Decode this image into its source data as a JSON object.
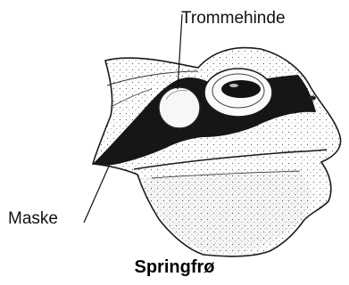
{
  "labels": {
    "tympanum": "Trommehinde",
    "mask": "Maske"
  },
  "caption": "Springfrø",
  "colors": {
    "ink": "#111111",
    "background": "#ffffff"
  }
}
